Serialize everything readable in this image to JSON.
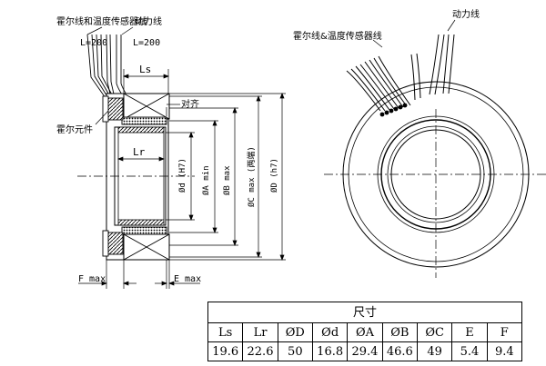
{
  "side_view": {
    "hall_temp_wire_label": "霍尔线和温度传感器线",
    "hall_wire_length": "L=200",
    "power_wire_label": "动力线",
    "power_wire_length": "L=200",
    "hall_element_label": "霍尔元件",
    "align_label": "对齐",
    "dims": {
      "ls": "Ls",
      "lr": "Lr",
      "d_h7": "Ød (H7)",
      "a_min": "ØA min",
      "b_max": "ØB max",
      "c_max": "ØC max (两端)",
      "d_h7_outer": "ØD (h7)",
      "f_max": "F max",
      "e_max": "E max"
    }
  },
  "front_view": {
    "hall_temp_wire_label": "霍尔线&温度传感器线",
    "power_wire_label": "动力线"
  },
  "dimension_table": {
    "caption": "尺寸",
    "headers": [
      "Ls",
      "Lr",
      "ØD",
      "Ød",
      "ØA",
      "ØB",
      "ØC",
      "E",
      "F"
    ],
    "values": [
      "19.6",
      "22.6",
      "50",
      "16.8",
      "29.4",
      "46.6",
      "49",
      "5.4",
      "9.4"
    ]
  }
}
